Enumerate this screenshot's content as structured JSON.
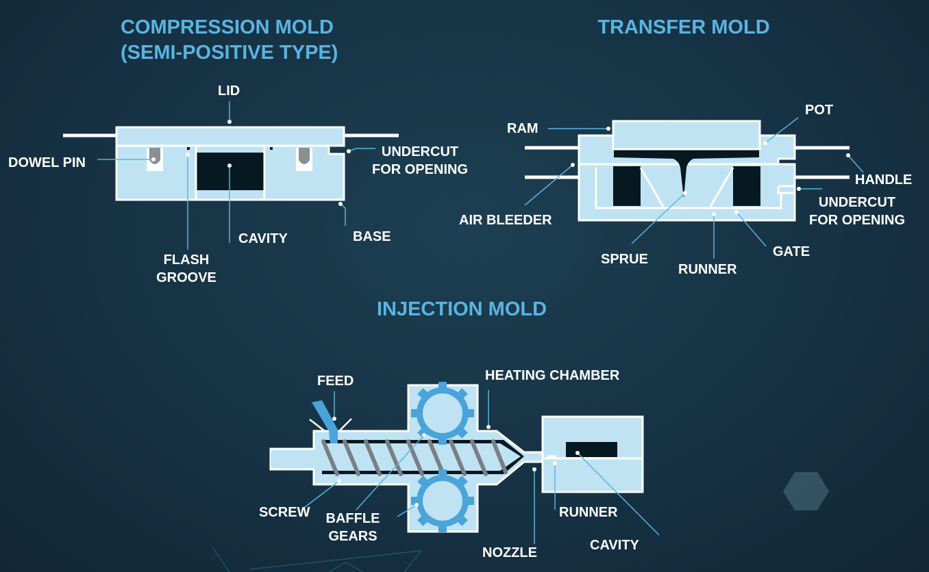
{
  "colors": {
    "background": "#163244",
    "title": "#5ab4e0",
    "mold_fill": "#bfe3f2",
    "outline": "#ffffff",
    "cavity": "#061820",
    "leader": "#5ab4e0",
    "accent": "#4aa3d9",
    "screw": "#7a7f85"
  },
  "compression": {
    "title_line1": "COMPRESSION MOLD",
    "title_line2": "(SEMI-POSITIVE TYPE)",
    "labels": {
      "lid": "LID",
      "dowel_pin": "DOWEL PIN",
      "undercut_line1": "UNDERCUT",
      "undercut_line2": "FOR OPENING",
      "cavity": "CAVITY",
      "base": "BASE",
      "flash_line1": "FLASH",
      "flash_line2": "GROOVE"
    }
  },
  "transfer": {
    "title": "TRANSFER MOLD",
    "labels": {
      "ram": "RAM",
      "pot": "POT",
      "handle": "HANDLE",
      "undercut_line1": "UNDERCUT",
      "undercut_line2": "FOR OPENING",
      "air_bleeder": "AIR BLEEDER",
      "sprue": "SPRUE",
      "runner": "RUNNER",
      "gate": "GATE"
    }
  },
  "injection": {
    "title": "INJECTION MOLD",
    "labels": {
      "feed": "FEED",
      "heating_chamber": "HEATING CHAMBER",
      "screw": "SCREW",
      "baffle_line1": "BAFFLE",
      "baffle_line2": "GEARS",
      "nozzle": "NOZZLE",
      "runner": "RUNNER",
      "cavity": "CAVITY"
    }
  }
}
